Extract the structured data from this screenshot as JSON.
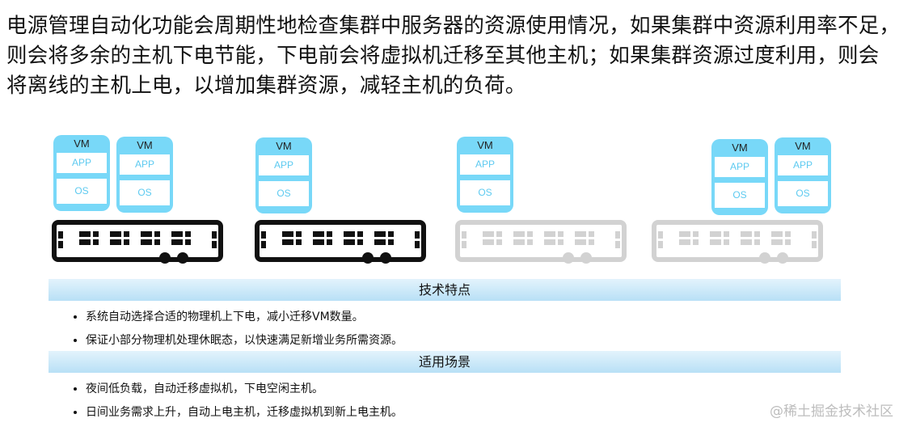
{
  "intro": {
    "lines": [
      "电源管理自动化功能会周期性地检查集群中服务器的资源使用情况，如果集群中资源利用率不足，",
      "则会将多余的主机下电节能，下电前会将虚拟机迁移至其他主机；如果集群资源过度利用，则会",
      "将离线的主机上电，以增加集群资源，减轻主机的负荷。"
    ]
  },
  "vm_card": {
    "vm": "VM",
    "app": "APP",
    "os": "OS"
  },
  "colors": {
    "vm_fill": "#78d8f8",
    "vm_text": "#5dcaf0",
    "server_on": "#111111",
    "server_off": "#d2d2d2",
    "band_top": "#e3f3fc",
    "band_bottom": "#b8e0f6"
  },
  "features": {
    "title": "技术特点",
    "items": [
      "系统自动选择合适的物理机上下电，减小迁移VM数量。",
      "保证小部分物理机处理休眠态，以快速满足新增业务所需资源。"
    ]
  },
  "scenarios": {
    "title": "适用场景",
    "items": [
      "夜间低负载，自动迁移虚拟机，下电空闲主机。",
      "日间业务需求上升，自动上电主机，迁移虚拟机到新上电主机。"
    ]
  },
  "watermark": "@稀土掘金技术社区"
}
